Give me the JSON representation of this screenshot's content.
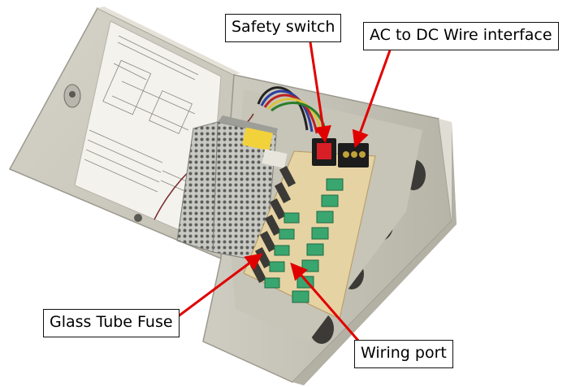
{
  "labels": {
    "safety_switch": "Safety switch",
    "ac_to_dc": "AC to DC Wire interface",
    "glass_fuse": "Glass Tube Fuse",
    "wiring_port": "Wiring port"
  },
  "colors": {
    "enclosure": "#d9d7cc",
    "enclosure_shadow": "#b9b6aa",
    "pcb": "#e6d3a3",
    "terminal_green": "#3aa66f",
    "switch_red": "#d81f26",
    "arrow_red": "#e10000"
  }
}
